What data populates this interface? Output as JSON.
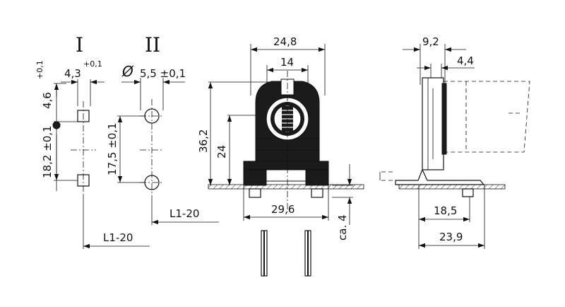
{
  "view_labels": {
    "first": "I",
    "second": "II"
  },
  "view_one": {
    "tol_a": "+0,1",
    "width": "4,3",
    "tol_b": "+0,1",
    "offset": "4,6",
    "pitch": "18,2 ±0,1",
    "lead_length": "L1-20"
  },
  "view_two": {
    "diameter_symbol": "Ø",
    "diameter": "5,5 ±0,1",
    "pitch": "17,5 ±0,1",
    "lead_length": "L1-20"
  },
  "front_view": {
    "overall_width": "24,8",
    "inner_width": "14",
    "overall_height": "36,2",
    "inner_height": "24",
    "base_width": "29,6",
    "panel_thickness": "ca. 4"
  },
  "side_view": {
    "top_width": "9,2",
    "slot_width": "4,4",
    "foot_length": "18,5",
    "overall_depth": "23,9"
  }
}
